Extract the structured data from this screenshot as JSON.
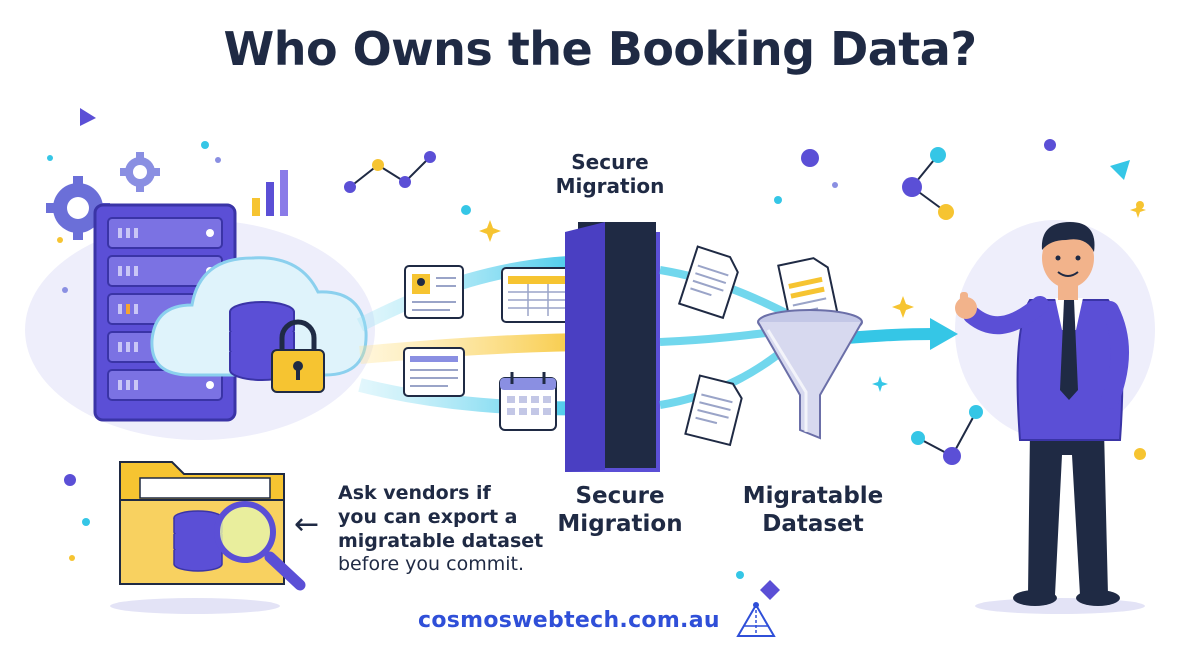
{
  "title": "Who Owns the Booking Data?",
  "labels": {
    "secure_migration_top": "Secure\nMigration",
    "secure_migration_bottom": "Secure\nMigration",
    "migratable_dataset": "Migratable\nDataset"
  },
  "note": {
    "line1": "Ask vendors if",
    "line2": "you can export a",
    "line3": "migratable dataset",
    "line4": "before you commit."
  },
  "footer": {
    "url": "cosmoswebtech.com.au"
  },
  "colors": {
    "navy": "#1f2a44",
    "purple": "#5b4fd6",
    "cyan": "#35c6e6",
    "yellow": "#f6c431",
    "brand_blue": "#2f4fd8"
  },
  "icons": [
    "server-rack-icon",
    "cloud-database-icon",
    "padlock-icon",
    "gear-icon",
    "bar-chart-icon",
    "line-graph-icon",
    "contact-card-icon",
    "spreadsheet-icon",
    "calendar-icon",
    "document-icon",
    "secure-door-icon",
    "funnel-icon",
    "folder-database-icon",
    "magnifier-icon",
    "businessman-icon",
    "logo-triangle-icon"
  ]
}
